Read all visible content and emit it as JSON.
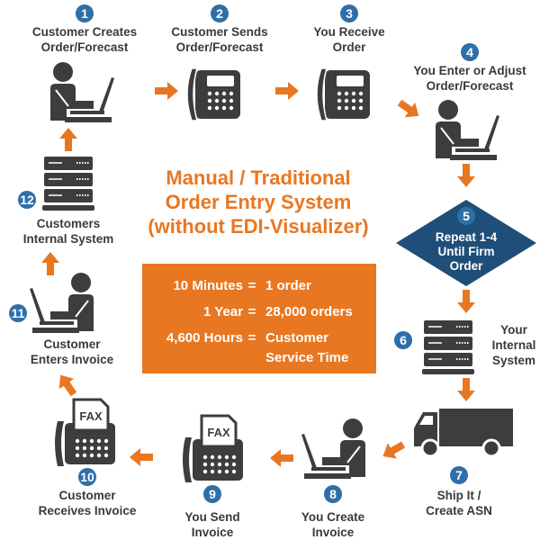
{
  "title": [
    "Manual / Traditional",
    "Order Entry System",
    "(without EDI-Visualizer)"
  ],
  "colors": {
    "accent": "#e87722",
    "icon": "#3d3d3d",
    "badge": "#2f6fa8",
    "diamond": "#1f4e79"
  },
  "steps": [
    {
      "num": "1",
      "label": [
        "Customer Creates",
        "Order/Forecast"
      ],
      "icon": "person-laptop-icon"
    },
    {
      "num": "2",
      "label": [
        "Customer Sends",
        "Order/Forecast"
      ],
      "icon": "phone-icon"
    },
    {
      "num": "3",
      "label": [
        "You Receive",
        "Order"
      ],
      "icon": "phone-icon"
    },
    {
      "num": "4",
      "label": [
        "You Enter or Adjust",
        "Order/Forecast"
      ],
      "icon": "person-laptop-icon"
    },
    {
      "num": "5",
      "label": [
        "Repeat 1-4",
        "Until Firm",
        "Order"
      ],
      "icon": "diamond"
    },
    {
      "num": "6",
      "label": [
        "Your",
        "Internal",
        "System"
      ],
      "icon": "server-icon"
    },
    {
      "num": "7",
      "label": [
        "Ship It /",
        "Create ASN"
      ],
      "icon": "truck-icon"
    },
    {
      "num": "8",
      "label": [
        "You Create",
        "Invoice"
      ],
      "icon": "person-laptop-icon"
    },
    {
      "num": "9",
      "label": [
        "You Send",
        "Invoice"
      ],
      "icon": "fax-icon"
    },
    {
      "num": "10",
      "label": [
        "Customer",
        "Receives Invoice"
      ],
      "icon": "fax-icon"
    },
    {
      "num": "11",
      "label": [
        "Customer",
        "Enters Invoice"
      ],
      "icon": "person-laptop-icon"
    },
    {
      "num": "12",
      "label": [
        "Customers",
        "Internal System"
      ],
      "icon": "server-icon"
    }
  ],
  "fax_text": "FAX",
  "stats": [
    {
      "key": "10 Minutes",
      "eq": "=",
      "value": [
        "1 order"
      ]
    },
    {
      "key": "1 Year",
      "eq": "=",
      "value": [
        "28,000 orders"
      ]
    },
    {
      "key": "4,600 Hours",
      "eq": "=",
      "value": [
        "Customer",
        "Service Time"
      ]
    }
  ]
}
